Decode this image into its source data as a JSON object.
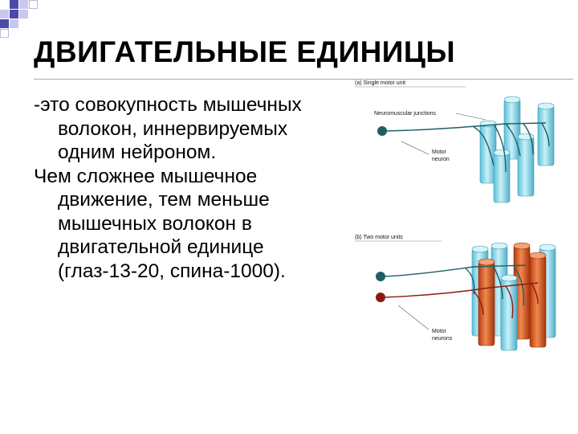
{
  "slide": {
    "title": "ДВИГАТЕЛЬНЫЕ ЕДИНИЦЫ",
    "paragraph1": "-это совокупность мышечных волокон, иннервируемых одним нейроном.",
    "paragraph2": "Чем сложнее мышечное движение, тем меньше мышечных волокон в двигательной единице (глаз-13-20, спина-1000)."
  },
  "figure": {
    "panel_a_title": "(a) Single motor unit",
    "panel_a_label_junctions": "Neuromuscular junctions",
    "panel_a_label_motor": "Motor",
    "panel_a_label_neuron": "neuron",
    "panel_b_title": "(b) Two motor units",
    "panel_b_label_motor": "Motor",
    "panel_b_label_neurons": "neurons",
    "colors": {
      "fiber_blue": "#7fd3e6",
      "fiber_orange": "#d9541e",
      "neuron_teal": "#1f5e66",
      "neuron_red": "#8c1a12"
    }
  }
}
